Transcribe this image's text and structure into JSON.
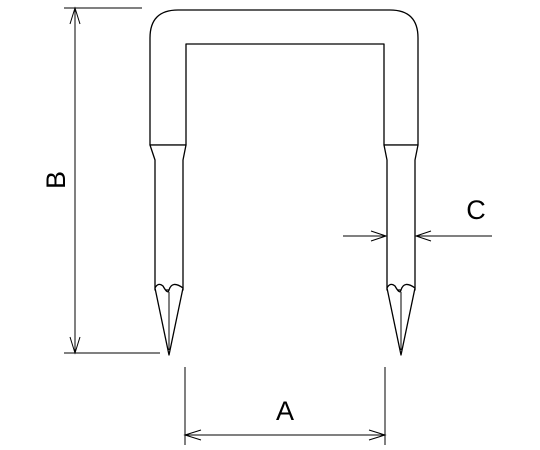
{
  "dimension_labels": {
    "a": "A",
    "b": "B",
    "c": "C"
  },
  "colors": {
    "line": "#000000",
    "background": "#ffffff"
  }
}
